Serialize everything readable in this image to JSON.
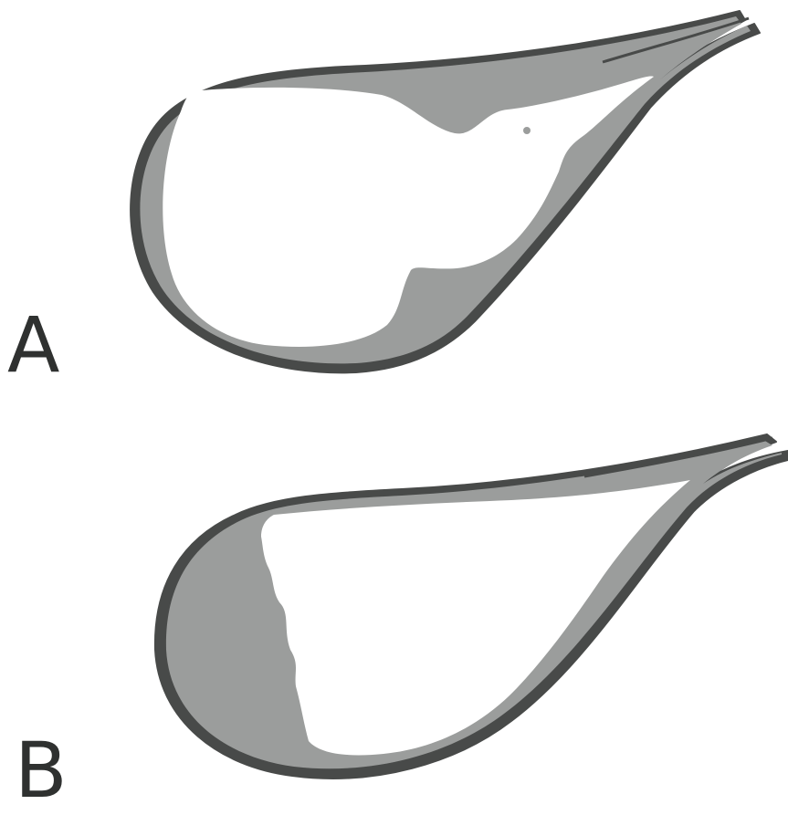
{
  "figure": {
    "panels": [
      {
        "id": "A",
        "label": "A"
      },
      {
        "id": "B",
        "label": "B"
      }
    ],
    "colors": {
      "wall_outline": "#484a49",
      "wall_fill": "#9b9d9c",
      "lumen": "#ffffff",
      "label": "#2f3130"
    }
  }
}
